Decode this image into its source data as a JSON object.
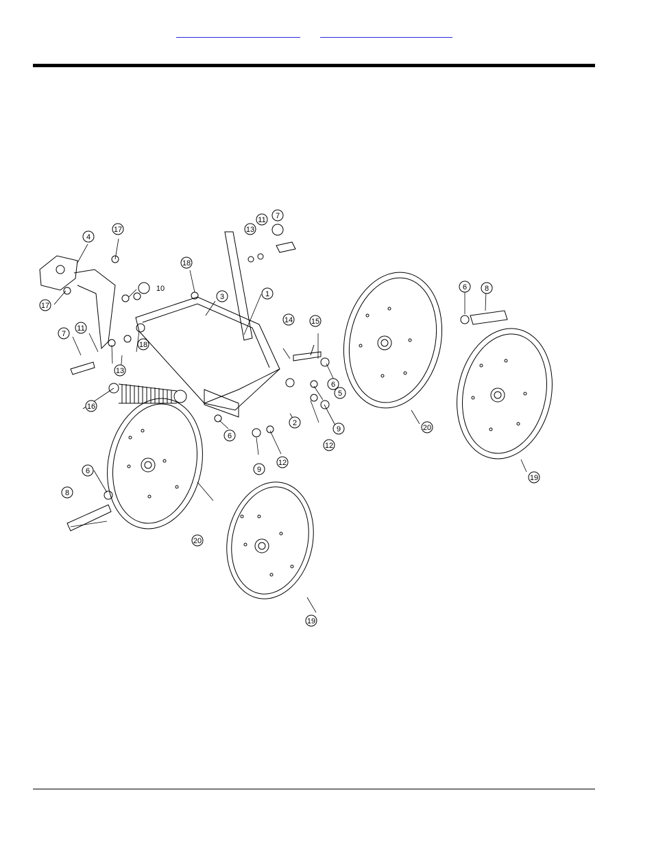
{
  "nav": {
    "link1": "",
    "link2": ""
  },
  "diagram": {
    "callouts": [
      "1",
      "2",
      "3",
      "4",
      "5",
      "6",
      "7",
      "8",
      "9",
      "10",
      "11",
      "12",
      "13",
      "14",
      "15",
      "16",
      "17",
      "18",
      "19",
      "20"
    ]
  }
}
